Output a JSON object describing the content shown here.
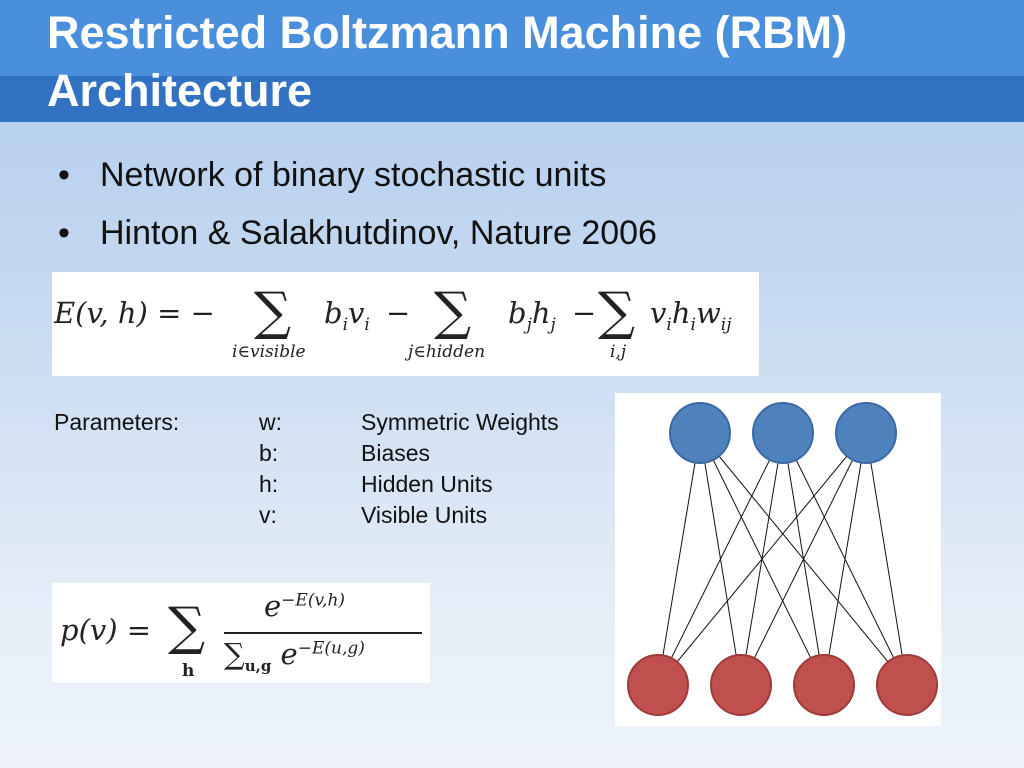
{
  "slide": {
    "title": "Restricted Boltzmann Machine (RBM) Architecture",
    "bullets": [
      "Network of binary stochastic units",
      "Hinton & Salakhutdinov, Nature 2006"
    ],
    "bullet_glyph": "•"
  },
  "energy_formula": {
    "lhs": "E(v, h) = −",
    "term1": "b",
    "term1_sub": "i",
    "term1_v": "v",
    "term1_v_sub": "i",
    "minus1": "−",
    "term2": "b",
    "term2_sub": "j",
    "term2_h": "h",
    "term2_h_sub": "j",
    "minus2": "−",
    "term3": "v",
    "term3_sub": "i",
    "term3_h": "h",
    "term3_h_sub": "i",
    "term3_w": "w",
    "term3_w_sub": "ij",
    "sum1_index": "i∈visible",
    "sum2_index": "j∈hidden",
    "sum3_index": "i,j",
    "sigma": "∑"
  },
  "parameters": {
    "label": "Parameters:",
    "items": [
      {
        "symbol": "w:",
        "meaning": "Symmetric Weights"
      },
      {
        "symbol": "b:",
        "meaning": "Biases"
      },
      {
        "symbol": "h:",
        "meaning": "Hidden Units"
      },
      {
        "symbol": "v:",
        "meaning": "Visible Units"
      }
    ]
  },
  "probability_formula": {
    "lhs": "p(v) =",
    "sigma": "∑",
    "sum_index": "h",
    "numerator": "e",
    "numerator_exp": "−E(v,h)",
    "denominator_sigma": "∑",
    "denominator_index": "u,g",
    "denominator": "e",
    "denominator_exp": "−E(u,g)"
  },
  "diagram": {
    "hidden_units": 3,
    "visible_units": 4,
    "hidden_color": "#4f81bd",
    "hidden_stroke": "#3a6aa5",
    "visible_color": "#c0504d",
    "visible_stroke": "#9e3b38",
    "edge_color": "#111111"
  }
}
